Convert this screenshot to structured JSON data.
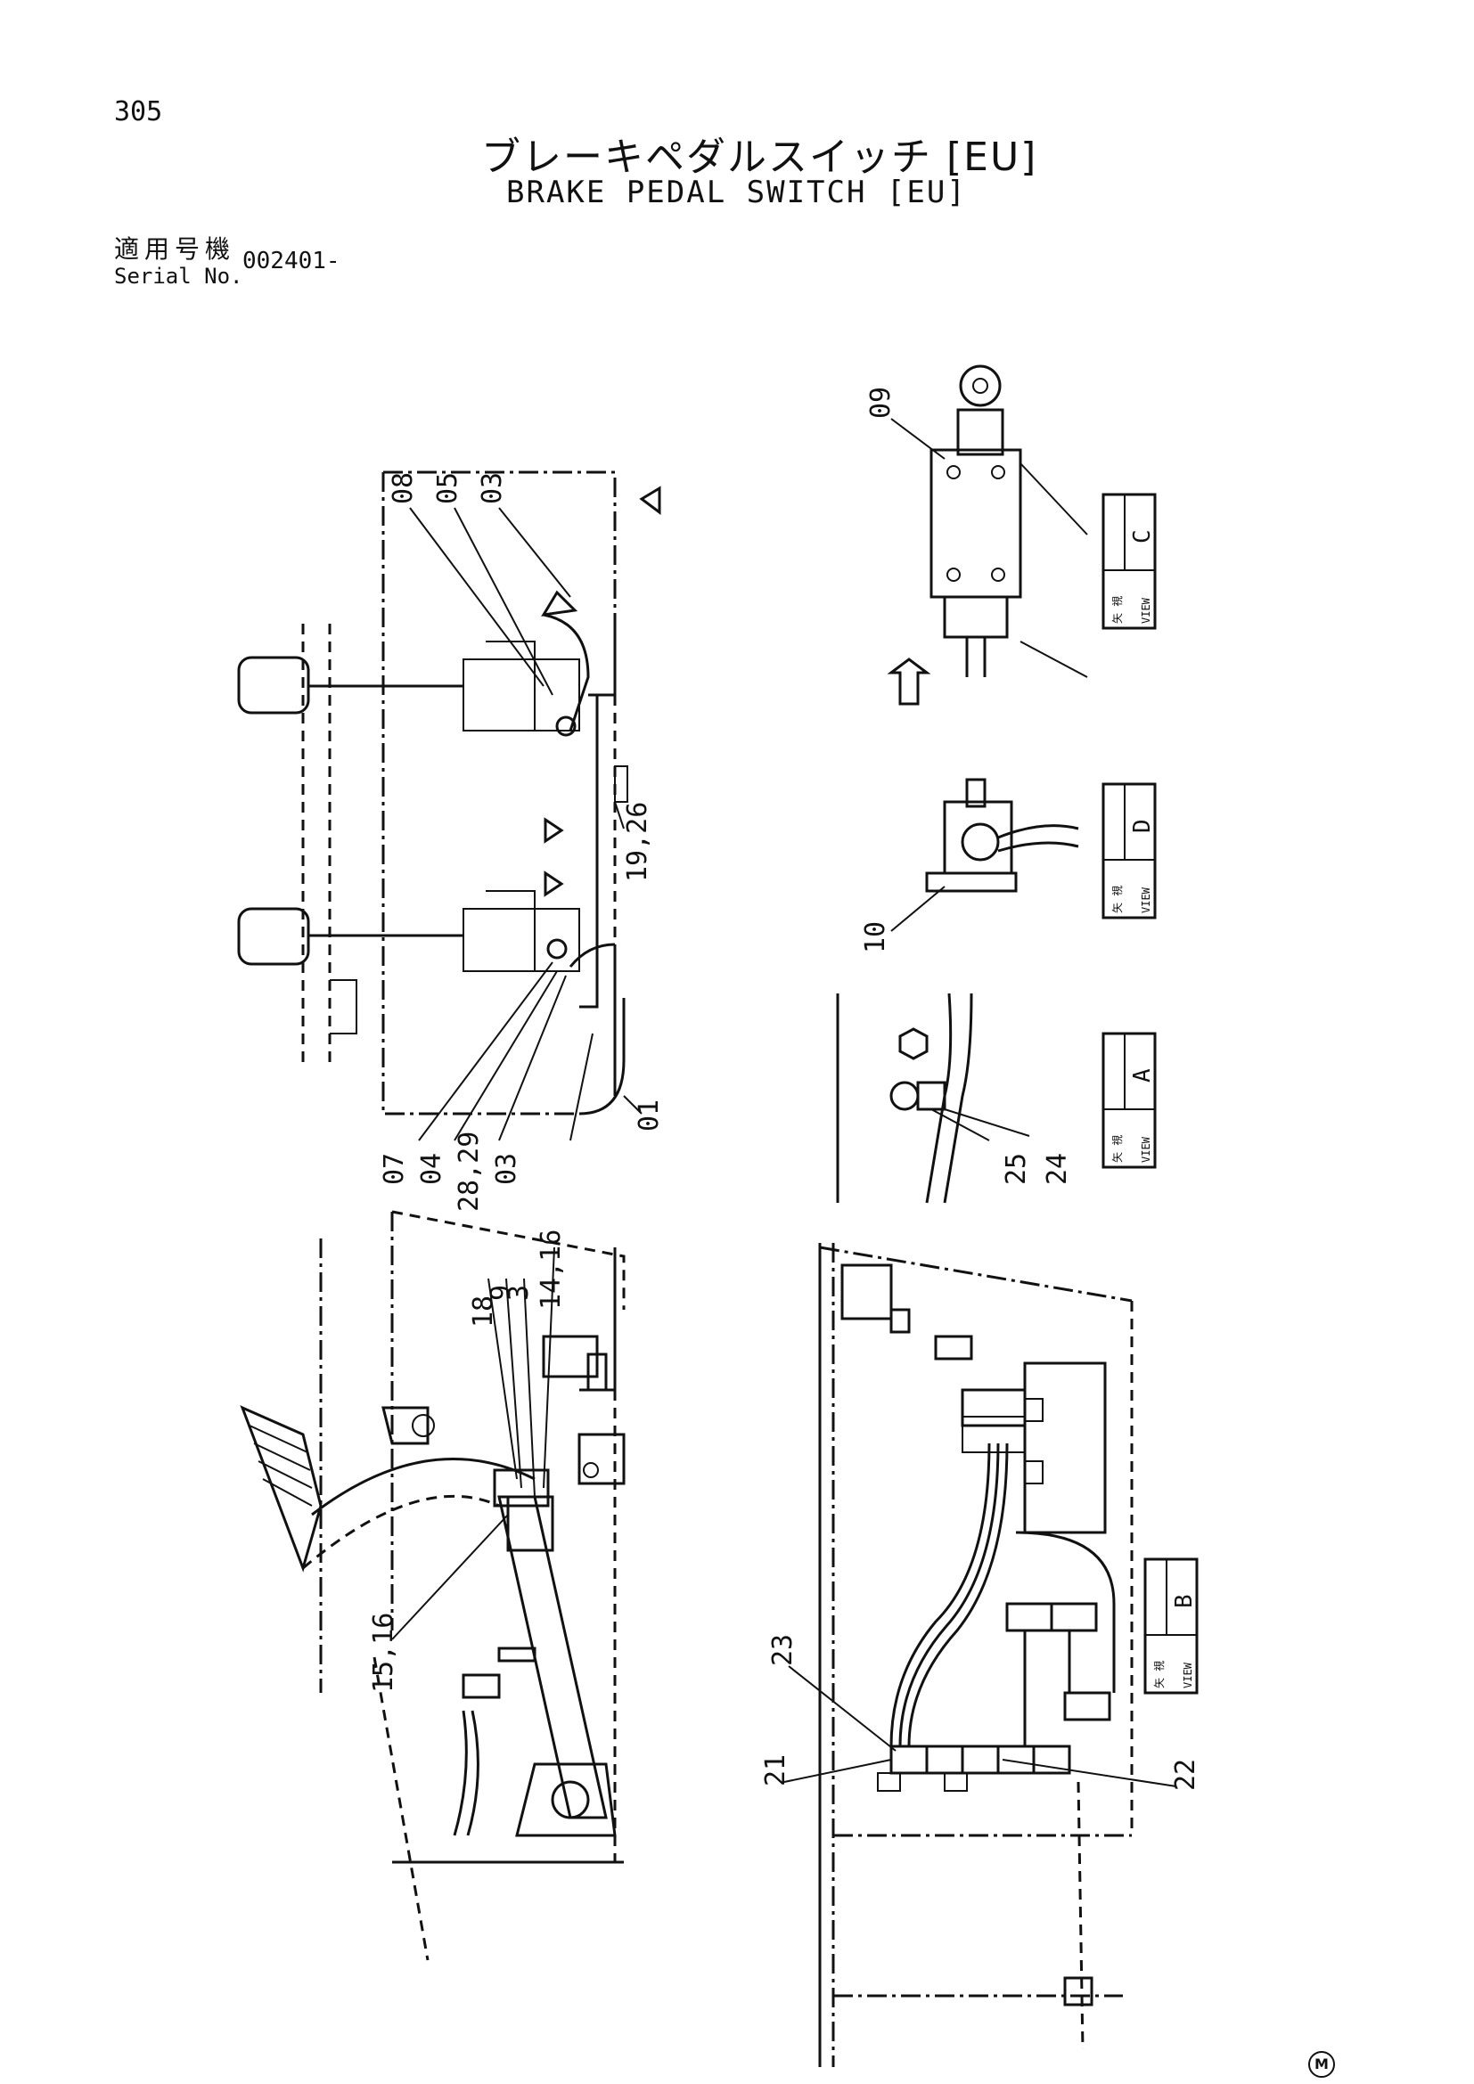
{
  "page_number": "305",
  "title_jp": "ブレーキペダルスイッチ [EU]",
  "title_en": "BRAKE PEDAL SWITCH [EU]",
  "serial": {
    "label_jp": "適用号機",
    "label_en": "Serial No.",
    "value": "002401-"
  },
  "view_tags": {
    "jp": "矢 視",
    "en": "VIEW",
    "letters": {
      "a": "A",
      "b": "B",
      "c": "C",
      "d": "D"
    }
  },
  "part_labels": {
    "p01": "01",
    "p03a": "03",
    "p03b": "03",
    "p04": "04",
    "p05": "05",
    "p07": "07",
    "p08": "08",
    "p09": "09",
    "p10": "10",
    "p19_26": "19,26",
    "p28_29": "28,29",
    "p24": "24",
    "p25": "25",
    "q3": "3",
    "q9": "9",
    "q18": "18",
    "q14_16": "14,16",
    "q15_16": "15,16",
    "r21": "21",
    "r22": "22",
    "r23": "23"
  },
  "corner_mark": "M"
}
